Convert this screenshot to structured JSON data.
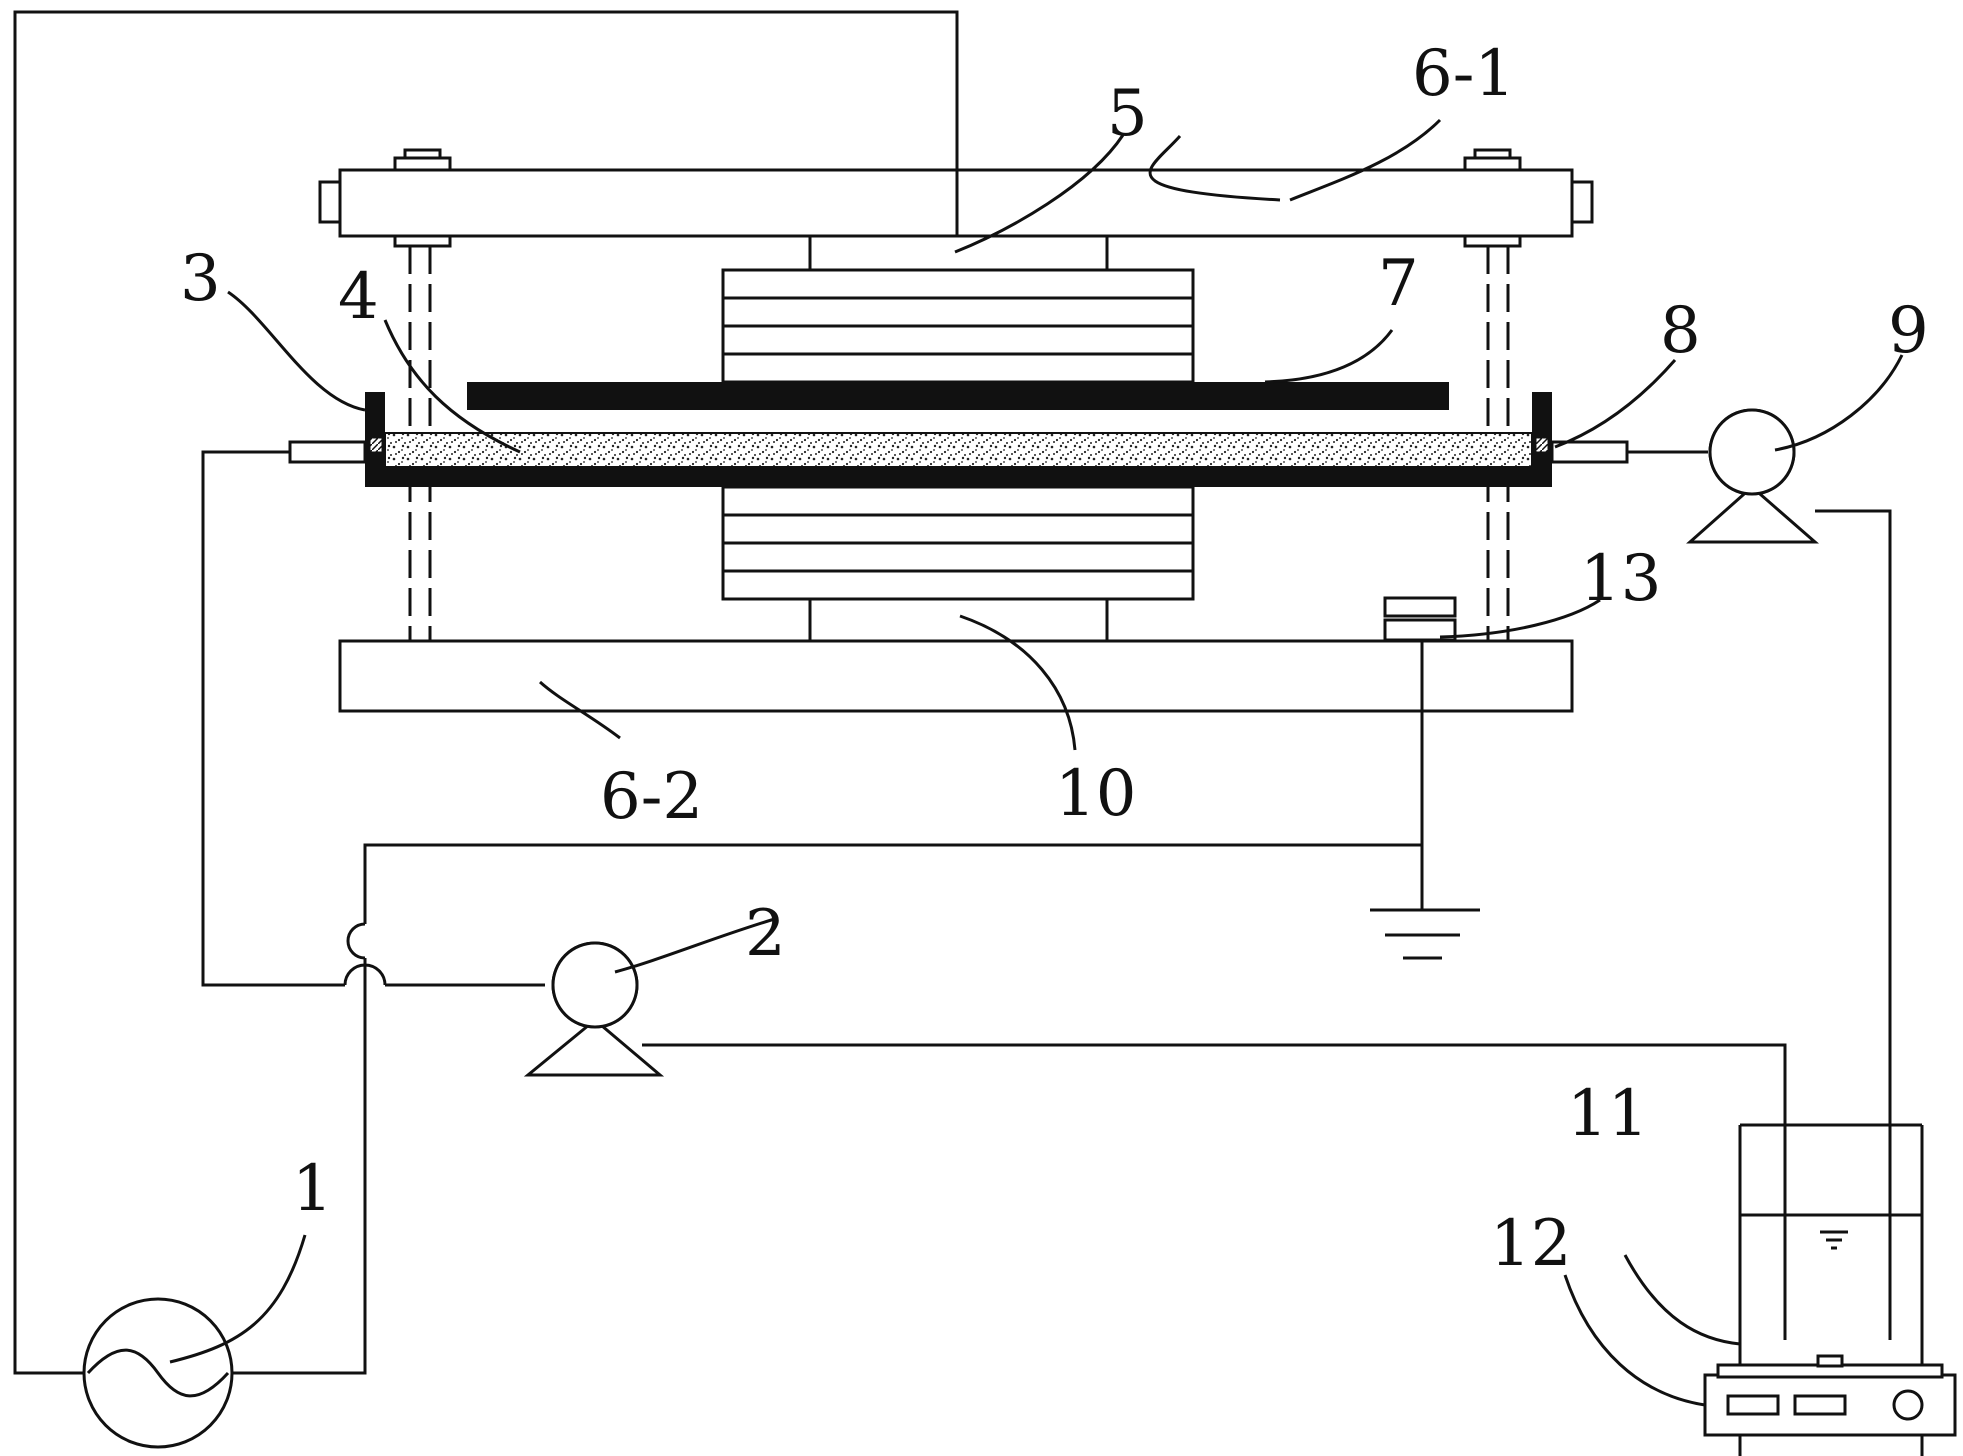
{
  "labels": {
    "power_supply": "1",
    "pump_inlet": "2",
    "container_wall": "3",
    "sample_layer": "4",
    "upper_electrode": "5",
    "upper_frame": "6-1",
    "lower_frame": "6-2",
    "dielectric_plate": "7",
    "outlet_port": "8",
    "pump_outlet": "9",
    "lower_electrode": "10",
    "liquid_tank": "11",
    "stirrer_base": "12",
    "sensor": "13"
  },
  "colors": {
    "line": "#111111",
    "background": "#ffffff"
  },
  "icons": {
    "power_supply": "ac-source-icon",
    "pumps": "pump-icon",
    "ground": "ground-icon"
  }
}
